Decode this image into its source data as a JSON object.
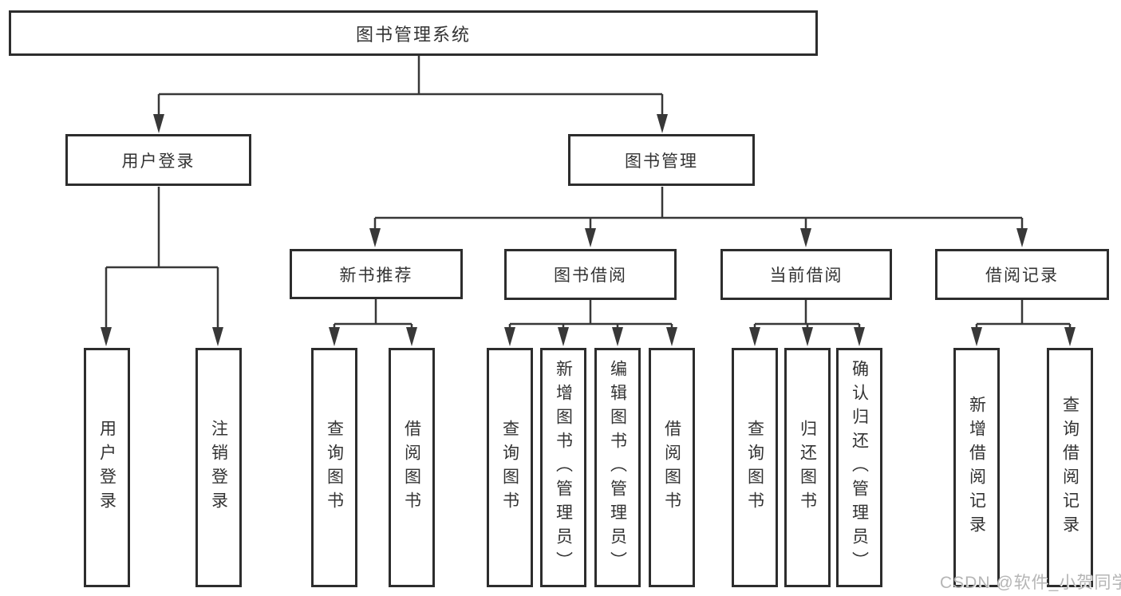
{
  "diagram": {
    "title": "图书管理系统",
    "watermark": "CSDN @软件_小贺同学",
    "colors": {
      "line": "#383838",
      "box_border": "#2d2d2d",
      "box_fill": "#ffffff",
      "text": "#333333",
      "watermark": "#b5b5b5",
      "background": "#ffffff"
    },
    "nodes": {
      "root": "图书管理系统",
      "user_login": "用户登录",
      "book_mgmt": "图书管理",
      "leaf_user_login": "用户登录",
      "leaf_logout": "注销登录",
      "new_book_rec": "新书推荐",
      "book_borrow": "图书借阅",
      "current_borrow": "当前借阅",
      "borrow_records": "借阅记录",
      "nbr_query": "查询图书",
      "nbr_borrow": "借阅图书",
      "bb_query": "查询图书",
      "bb_add": "新增图书（管理员）",
      "bb_edit": "编辑图书（管理员）",
      "bb_borrow": "借阅图书",
      "cb_query": "查询图书",
      "cb_return": "归还图书",
      "cb_confirm": "确认归还（管理员）",
      "br_add": "新增借阅记录",
      "br_query": "查询借阅记录"
    },
    "hierarchy": {
      "图书管理系统": {
        "用户登录": [
          "用户登录",
          "注销登录"
        ],
        "图书管理": {
          "新书推荐": [
            "查询图书",
            "借阅图书"
          ],
          "图书借阅": [
            "查询图书",
            "新增图书（管理员）",
            "编辑图书（管理员）",
            "借阅图书"
          ],
          "当前借阅": [
            "查询图书",
            "归还图书",
            "确认归还（管理员）"
          ],
          "借阅记录": [
            "新增借阅记录",
            "查询借阅记录"
          ]
        }
      }
    }
  }
}
